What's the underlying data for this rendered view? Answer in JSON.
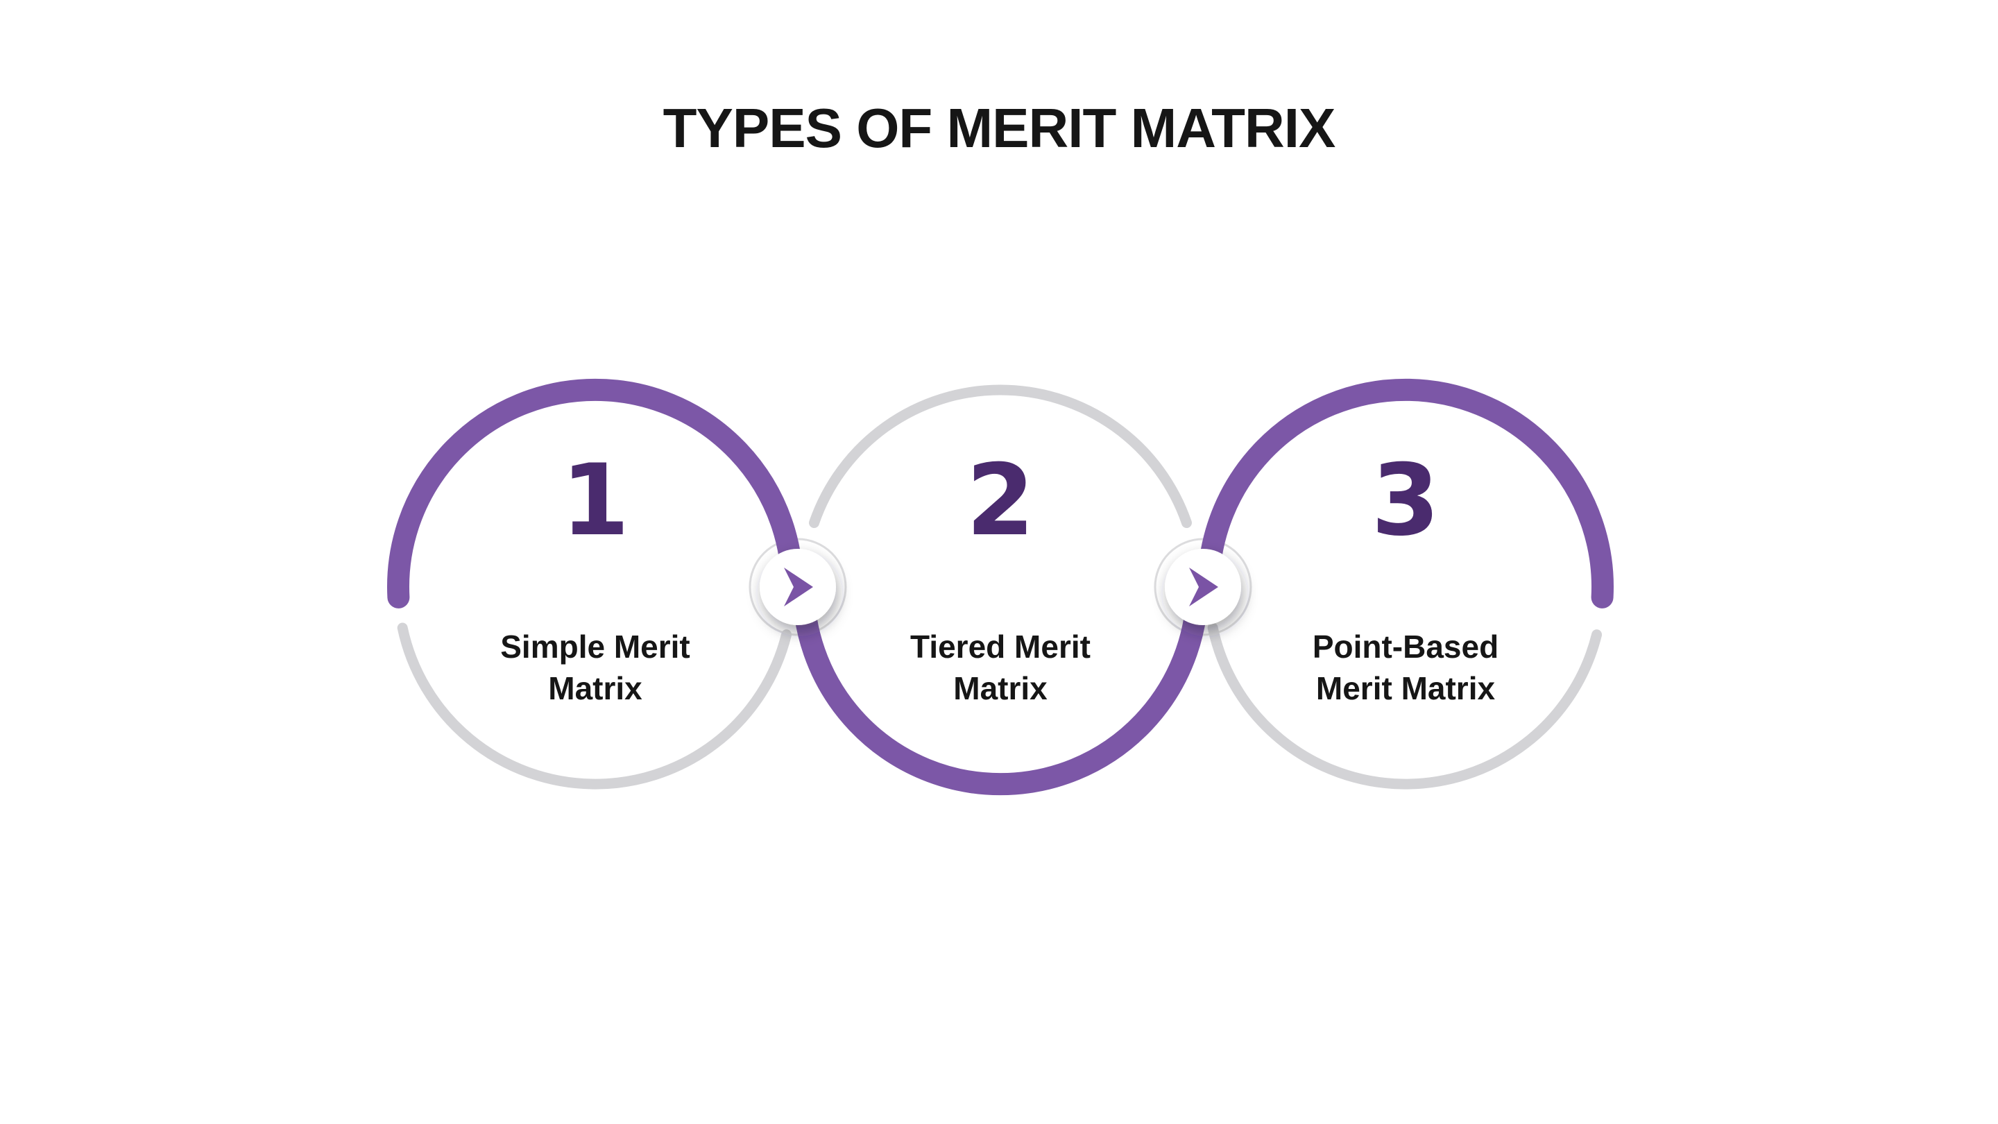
{
  "title": "TYPES OF MERIT MATRIX",
  "colors": {
    "background": "#ffffff",
    "arc_purple": "#7c57a7",
    "arc_gray": "#d3d3d6",
    "ring_gray": "#dcdcde",
    "number_purple": "#4a2b6e",
    "arrow_purple": "#7a53a5",
    "text_black": "#161616"
  },
  "steps": [
    {
      "number": "1",
      "label_line1": "Simple Merit",
      "label_line2": "Matrix"
    },
    {
      "number": "2",
      "label_line1": "Tiered Merit",
      "label_line2": "Matrix"
    },
    {
      "number": "3",
      "label_line1": "Point-Based",
      "label_line2": "Merit Matrix"
    }
  ],
  "connectors": [
    {
      "icon": "arrow-right-icon"
    },
    {
      "icon": "arrow-right-icon"
    }
  ]
}
